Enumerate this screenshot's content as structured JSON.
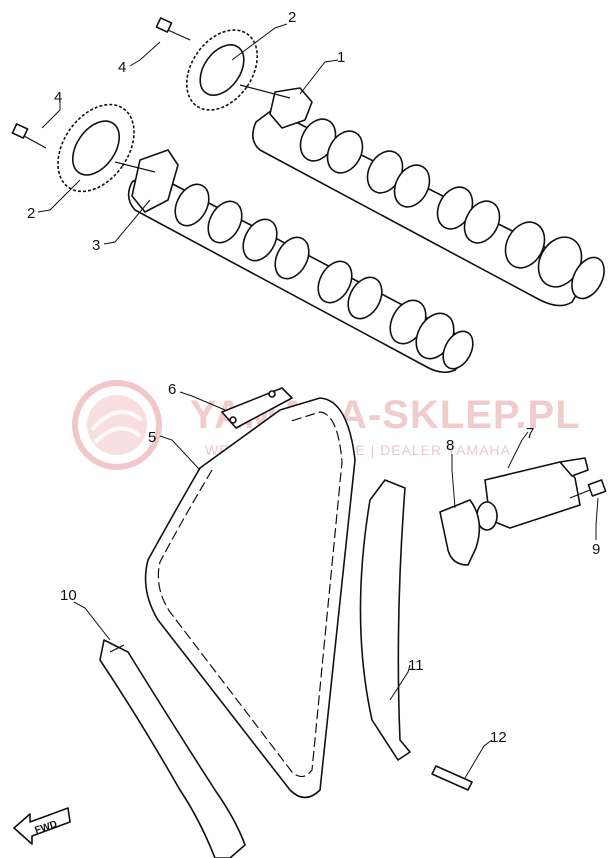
{
  "watermark": {
    "title": "YAMAHA-SKLEP.PL",
    "subtitle": "WROCŁAW/CHOWICE | DEALER YAMAHA",
    "color": "#e07a80"
  },
  "fwd_label": "FWD",
  "callouts": {
    "c1": "1",
    "c2a": "2",
    "c2b": "2",
    "c3": "3",
    "c4a": "4",
    "c4b": "4",
    "c5": "5",
    "c6": "6",
    "c7": "7",
    "c8": "8",
    "c9": "9",
    "c10": "10",
    "c11": "11",
    "c12": "12"
  }
}
